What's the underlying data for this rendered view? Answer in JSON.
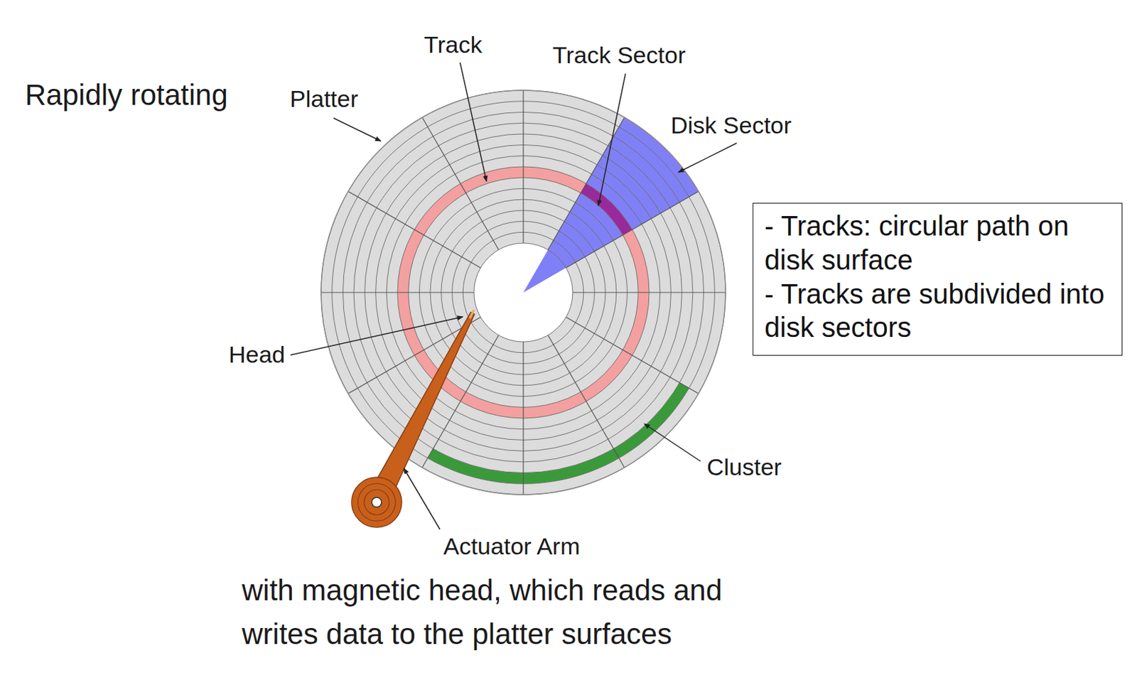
{
  "diagram": {
    "nodes": [
      {
        "text": [
          "- Tracks: circular path on disk surface",
          "- Tracks are subdivided into disk sectors"
        ]
      }
    ],
    "labels": [
      "Track",
      "Track Sector",
      "Rapidly rotating",
      "Platter",
      "Disk Sector",
      "Head",
      "Cluster",
      "Actuator Arm",
      "with magnetic head, which reads and writes data to the platter surfaces"
    ]
  }
}
